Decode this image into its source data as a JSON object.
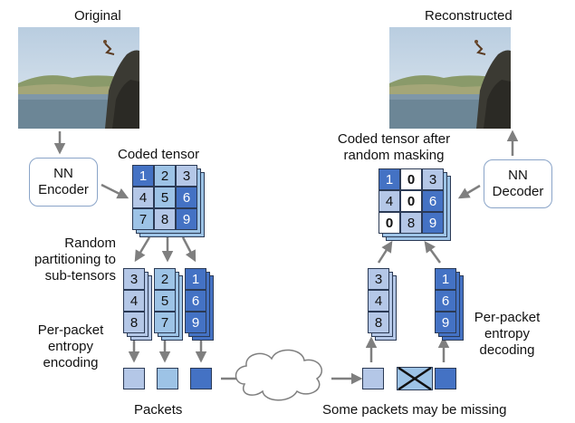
{
  "labels": {
    "original": "Original",
    "reconstructed": "Reconstructed",
    "coded_tensor": "Coded tensor",
    "coded_after_1": "Coded tensor after",
    "coded_after_2": "random masking",
    "random_partition_1": "Random",
    "random_partition_2": "partitioning to",
    "random_partition_3": "sub-tensors",
    "per_packet_enc_1": "Per-packet",
    "per_packet_enc_2": "entropy",
    "per_packet_enc_3": "encoding",
    "per_packet_dec_1": "Per-packet",
    "per_packet_dec_2": "entropy",
    "per_packet_dec_3": "decoding",
    "packets": "Packets",
    "missing": "Some packets may be missing"
  },
  "encoder": {
    "line1": "NN",
    "line2": "Encoder"
  },
  "decoder": {
    "line1": "NN",
    "line2": "Decoder"
  },
  "colors": {
    "dark_blue": "#4472c4",
    "light_blue": "#9dc3e6",
    "pale_blue": "#b4c7e7",
    "white": "#ffffff",
    "stroke": "#2b3a55",
    "arrow": "#7f7f7f"
  },
  "coded_tensor": [
    {
      "v": "1",
      "c": "dark"
    },
    {
      "v": "2",
      "c": "light"
    },
    {
      "v": "3",
      "c": "pale"
    },
    {
      "v": "4",
      "c": "pale"
    },
    {
      "v": "5",
      "c": "light"
    },
    {
      "v": "6",
      "c": "dark"
    },
    {
      "v": "7",
      "c": "light"
    },
    {
      "v": "8",
      "c": "pale"
    },
    {
      "v": "9",
      "c": "dark"
    }
  ],
  "masked_tensor": [
    {
      "v": "1",
      "c": "dark"
    },
    {
      "v": "0",
      "c": "white",
      "bold": true
    },
    {
      "v": "3",
      "c": "pale"
    },
    {
      "v": "4",
      "c": "pale"
    },
    {
      "v": "0",
      "c": "white",
      "bold": true
    },
    {
      "v": "6",
      "c": "dark"
    },
    {
      "v": "0",
      "c": "white",
      "bold": true
    },
    {
      "v": "8",
      "c": "pale"
    },
    {
      "v": "9",
      "c": "dark"
    }
  ],
  "sub_tensors_enc": [
    {
      "c": "pale",
      "vals": [
        "3",
        "4",
        "8"
      ]
    },
    {
      "c": "light",
      "vals": [
        "2",
        "5",
        "7"
      ]
    },
    {
      "c": "dark",
      "vals": [
        "1",
        "6",
        "9"
      ]
    }
  ],
  "sub_tensors_dec": [
    {
      "c": "pale",
      "vals": [
        "3",
        "4",
        "8"
      ]
    },
    {
      "c": "dark",
      "vals": [
        "1",
        "6",
        "9"
      ]
    }
  ],
  "packets_enc": [
    "pale",
    "light",
    "dark"
  ],
  "packets_dec": [
    {
      "c": "pale",
      "lost": false
    },
    {
      "c": "light",
      "lost": true
    },
    {
      "c": "dark",
      "lost": false
    }
  ]
}
